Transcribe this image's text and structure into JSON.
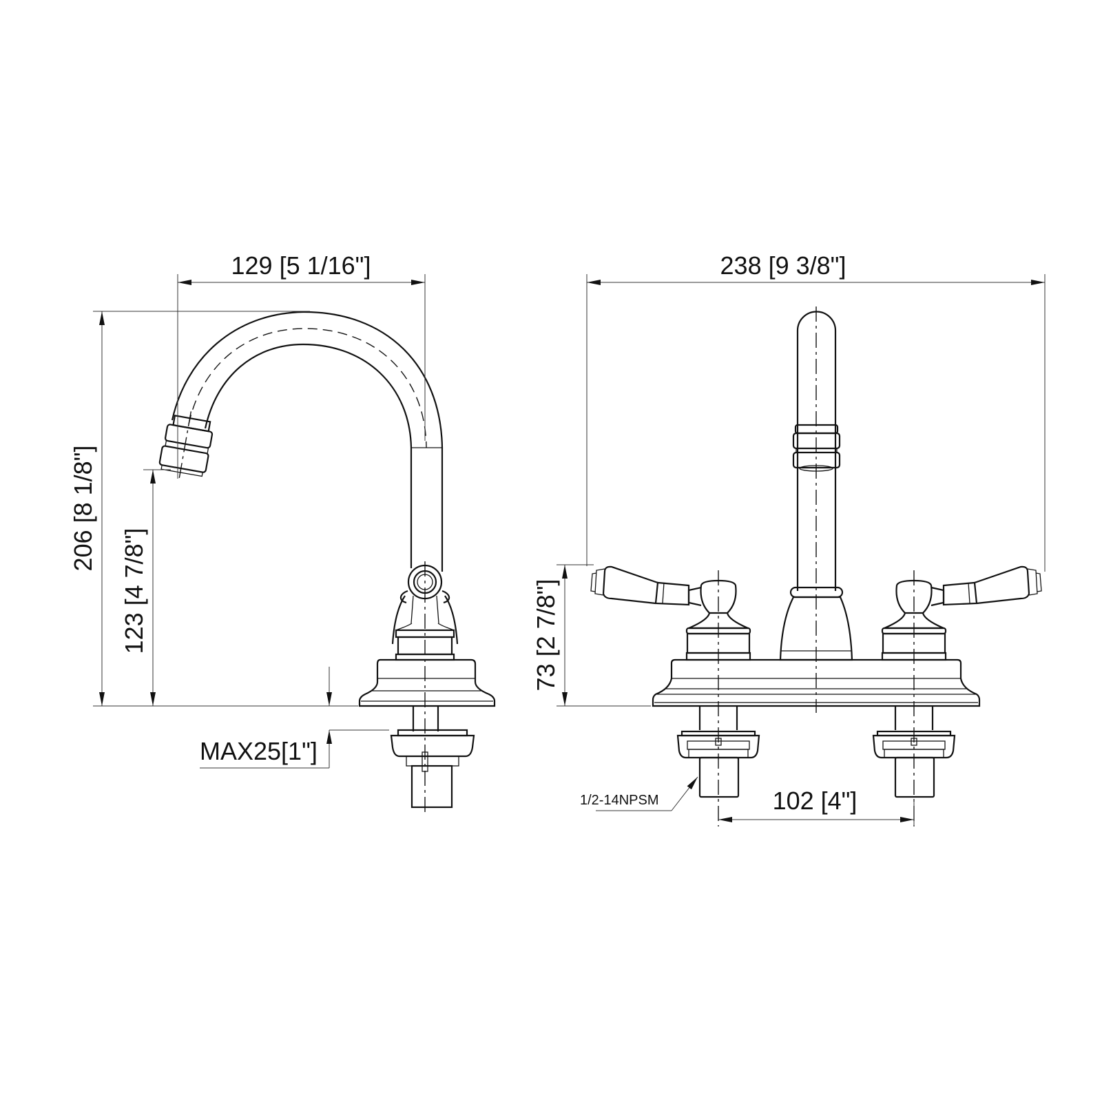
{
  "side_view": {
    "dim_reach": "129 [5 1/16\"]",
    "dim_total_height": "206 [8 1/8\"]",
    "dim_spout_height": "123 [4 7/8\"]",
    "dim_max_deck": "MAX25[1\"]"
  },
  "front_view": {
    "dim_overall_width": "238 [9 3/8\"]",
    "dim_handle_height": "73 [2 7/8\"]",
    "dim_centers": "102 [4\"]",
    "thread_note": "1/2-14NPSM"
  },
  "colors": {
    "line": "#111111",
    "background": "#ffffff"
  }
}
